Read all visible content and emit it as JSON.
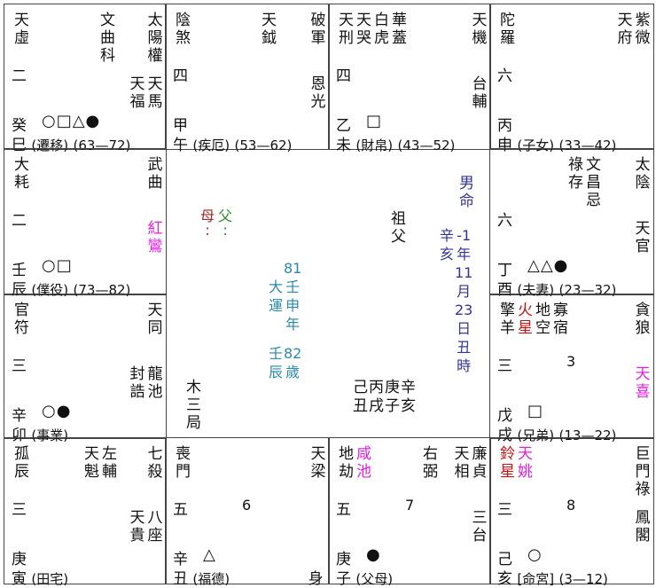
{
  "palaces": [
    {
      "stem": "癸",
      "branch": "巳",
      "palace": "(遷移)",
      "range": "(63—72)",
      "marks": "○□△●",
      "number": "二",
      "digit": "",
      "left": [
        {
          "name": "天虛"
        }
      ],
      "mid": [
        {
          "name": "文曲科"
        }
      ],
      "right": [
        {
          "name": "太陽權"
        }
      ],
      "lower": [
        {
          "name": "天福"
        },
        {
          "name": "天馬"
        }
      ]
    },
    {
      "stem": "甲",
      "branch": "午",
      "palace": "(疾厄)",
      "range": "(53—62)",
      "marks": "",
      "number": "四",
      "digit": "",
      "left": [
        {
          "name": "陰煞"
        }
      ],
      "mid": [
        {
          "name": "天鉞"
        }
      ],
      "right": [
        {
          "name": "破軍"
        }
      ],
      "lower": [
        {
          "name": "恩光"
        }
      ]
    },
    {
      "stem": "乙",
      "branch": "未",
      "palace": "(財帛)",
      "range": "(43—52)",
      "marks": "□",
      "number": "四",
      "digit": "",
      "left": [
        {
          "name": "天刑"
        },
        {
          "name": "天哭"
        },
        {
          "name": "白虎"
        },
        {
          "name": "華蓋"
        }
      ],
      "mid": [],
      "right": [
        {
          "name": "天機"
        }
      ],
      "lower": [
        {
          "name": "台輔"
        }
      ]
    },
    {
      "stem": "丙",
      "branch": "申",
      "palace": "(子女)",
      "range": "(33—42)",
      "marks": "",
      "number": "六",
      "digit": "",
      "left": [
        {
          "name": "陀羅"
        }
      ],
      "mid": [],
      "right": [
        {
          "name": "天府"
        },
        {
          "name": "紫微"
        }
      ],
      "lower": []
    },
    {
      "stem": "壬",
      "branch": "辰",
      "palace": "(僕役)",
      "range": "(73—82)",
      "marks": "○□",
      "number": "二",
      "digit": "",
      "left": [
        {
          "name": "大耗"
        }
      ],
      "mid": [],
      "right": [
        {
          "name": "武曲"
        }
      ],
      "lower": [
        {
          "name": "紅鸞",
          "color": "#e020e0"
        }
      ]
    },
    {
      "stem": "丁",
      "branch": "酉",
      "palace": "(夫妻)",
      "range": "(23—32)",
      "marks": "△△●",
      "number": "六",
      "digit": "",
      "left": [],
      "mid": [
        {
          "name": "祿存"
        },
        {
          "name": "文昌忌"
        }
      ],
      "right": [
        {
          "name": "太陰"
        }
      ],
      "lower": [
        {
          "name": "天官"
        }
      ]
    },
    {
      "stem": "辛",
      "branch": "卯",
      "palace": "(事業)",
      "range": "",
      "marks": "○●",
      "number": "三",
      "digit": "",
      "left": [
        {
          "name": "官符"
        }
      ],
      "mid": [],
      "right": [
        {
          "name": "天同"
        }
      ],
      "lower": [
        {
          "name": "封誥"
        },
        {
          "name": "龍池"
        }
      ]
    },
    {
      "stem": "戊",
      "branch": "戌",
      "palace": "(兄弟)",
      "range": "(13—22)",
      "marks": "□",
      "number": "三",
      "digit": "3",
      "left": [
        {
          "name": "擎羊"
        },
        {
          "name": "火星",
          "color": "#d01010"
        },
        {
          "name": "地空"
        },
        {
          "name": "寡宿"
        }
      ],
      "mid": [],
      "right": [
        {
          "name": "貪狼"
        }
      ],
      "lower": [
        {
          "name": "天喜",
          "color": "#e020e0"
        }
      ]
    },
    {
      "stem": "庚",
      "branch": "寅",
      "palace": "(田宅)",
      "range": "",
      "marks": "",
      "number": "三",
      "digit": "",
      "left": [
        {
          "name": "孤辰"
        }
      ],
      "mid": [
        {
          "name": "天魁"
        },
        {
          "name": "左輔"
        }
      ],
      "right": [
        {
          "name": "七殺"
        }
      ],
      "lower": [
        {
          "name": "天貴"
        },
        {
          "name": "八座"
        }
      ]
    },
    {
      "stem": "辛",
      "branch": "丑",
      "palace": "(福德)",
      "range": "",
      "marks": "△",
      "number": "五",
      "digit": "6",
      "shen": "身",
      "left": [
        {
          "name": "喪門"
        }
      ],
      "mid": [],
      "right": [
        {
          "name": "天梁"
        }
      ],
      "lower": []
    },
    {
      "stem": "庚",
      "branch": "子",
      "palace": "(父母)",
      "range": "",
      "marks": "●",
      "number": "五",
      "digit": "7",
      "left": [
        {
          "name": "地劫"
        },
        {
          "name": "咸池",
          "color": "#e020e0"
        }
      ],
      "mid": [
        {
          "name": "右弼"
        }
      ],
      "right": [
        {
          "name": "天相"
        },
        {
          "name": "廉貞"
        }
      ],
      "lower": [
        {
          "name": "三台"
        }
      ]
    },
    {
      "stem": "己",
      "branch": "亥",
      "palace": "[命宮]",
      "range": "(3—12)",
      "marks": "○",
      "number": "三",
      "digit": "8",
      "left": [
        {
          "name": "鈴星",
          "color": "#d01010"
        },
        {
          "name": "天姚",
          "color": "#e020e0"
        }
      ],
      "mid": [],
      "right": [
        {
          "name": "巨門祿"
        }
      ],
      "lower": [
        {
          "name": "鳳閣"
        }
      ]
    }
  ],
  "center": {
    "mother": {
      "label": "母",
      "value": ":",
      "color": "#a02828"
    },
    "father": {
      "label": "父",
      "value": ":",
      "color": "#2a8a2a"
    },
    "grandfather": "祖父",
    "gender": "男命",
    "birth_stem_branch": [
      "辛",
      "亥"
    ],
    "birth_date": [
      "-1",
      "年",
      "11",
      "月",
      "23",
      "日",
      "丑",
      "時"
    ],
    "birth_color": "#333399",
    "dayun_label": [
      "大",
      "運"
    ],
    "dayun_year": [
      "81",
      "壬",
      "申",
      "年"
    ],
    "dayun_stem_branch": [
      "壬",
      "辰"
    ],
    "dayun_age": [
      "82",
      "歲"
    ],
    "dayun_color": "#2a8aaa",
    "element_bureau": "木三局",
    "pillars": [
      [
        "己",
        "丑"
      ],
      [
        "丙",
        "戌"
      ],
      [
        "庚",
        "子"
      ],
      [
        "辛",
        "亥"
      ]
    ]
  }
}
